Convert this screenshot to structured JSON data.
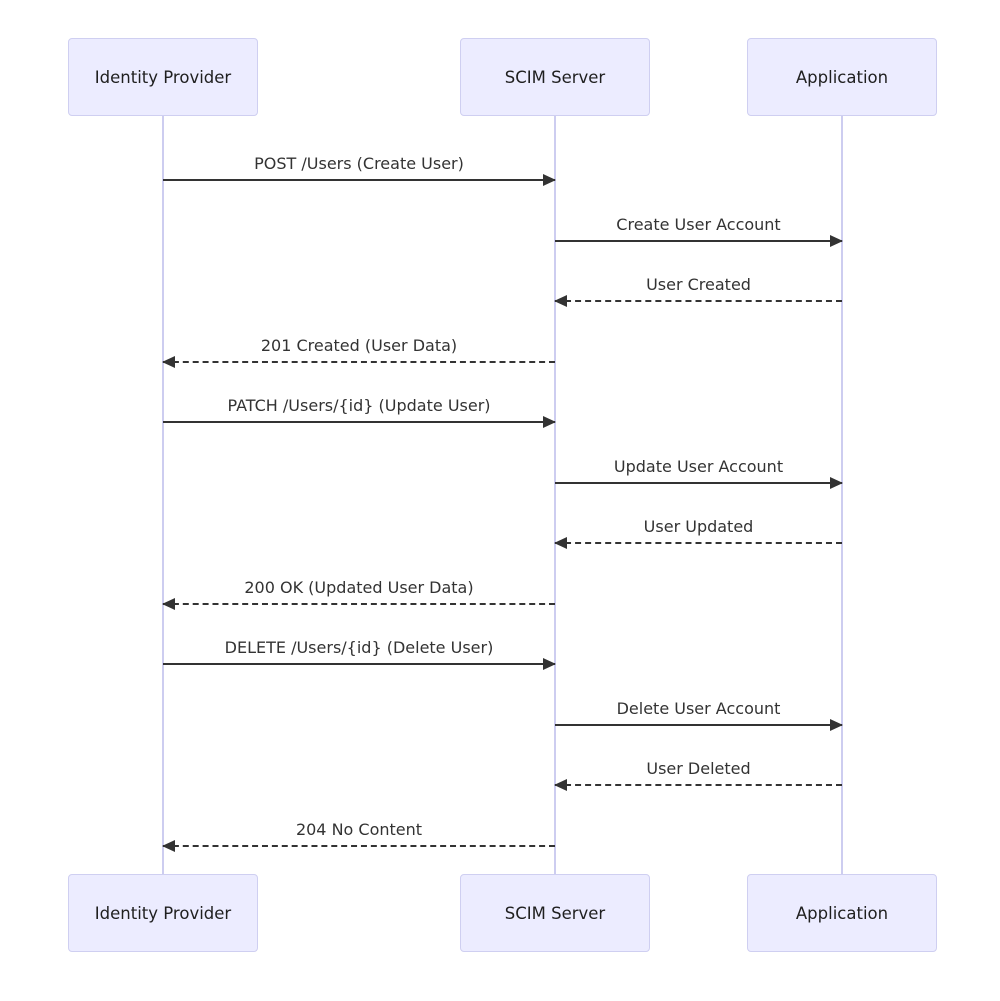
{
  "diagram": {
    "type": "sequence-diagram",
    "colors": {
      "background": "#ffffff",
      "actor_fill": "#ECECFF",
      "actor_border": "#CFCFF1",
      "lifeline": "#CDCDF0",
      "text": "#1f1f1f",
      "arrow": "#333333"
    },
    "actors": [
      {
        "id": "identity-provider",
        "label": "Identity Provider"
      },
      {
        "id": "scim-server",
        "label": "SCIM Server"
      },
      {
        "id": "application",
        "label": "Application"
      }
    ],
    "messages": [
      {
        "label": "POST /Users (Create User)",
        "from": "identity-provider",
        "to": "scim-server",
        "style": "solid"
      },
      {
        "label": "Create User Account",
        "from": "scim-server",
        "to": "application",
        "style": "solid"
      },
      {
        "label": "User Created",
        "from": "application",
        "to": "scim-server",
        "style": "dashed"
      },
      {
        "label": "201 Created (User Data)",
        "from": "scim-server",
        "to": "identity-provider",
        "style": "dashed"
      },
      {
        "label": "PATCH /Users/{id} (Update User)",
        "from": "identity-provider",
        "to": "scim-server",
        "style": "solid"
      },
      {
        "label": "Update User Account",
        "from": "scim-server",
        "to": "application",
        "style": "solid"
      },
      {
        "label": "User Updated",
        "from": "application",
        "to": "scim-server",
        "style": "dashed"
      },
      {
        "label": "200 OK (Updated User Data)",
        "from": "scim-server",
        "to": "identity-provider",
        "style": "dashed"
      },
      {
        "label": "DELETE /Users/{id} (Delete User)",
        "from": "identity-provider",
        "to": "scim-server",
        "style": "solid"
      },
      {
        "label": "Delete User Account",
        "from": "scim-server",
        "to": "application",
        "style": "solid"
      },
      {
        "label": "User Deleted",
        "from": "application",
        "to": "scim-server",
        "style": "dashed"
      },
      {
        "label": "204 No Content",
        "from": "scim-server",
        "to": "identity-provider",
        "style": "dashed"
      }
    ]
  }
}
